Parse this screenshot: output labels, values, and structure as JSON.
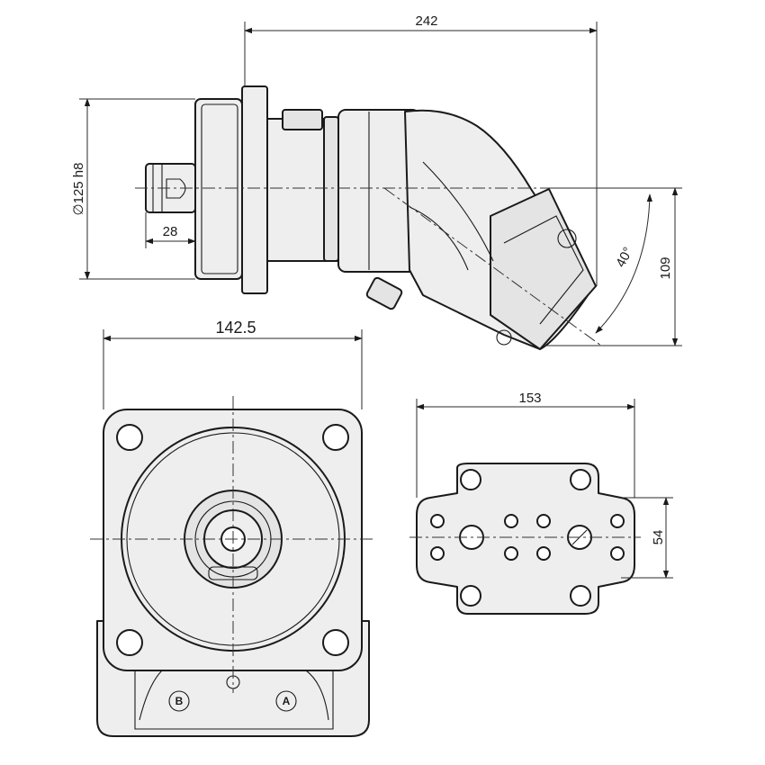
{
  "dimensions": {
    "overall_length": "242",
    "flange_diameter": "∅125 h8",
    "shaft_length": "28",
    "angle": "40°",
    "height": "109",
    "flange_width": "142.5",
    "port_plate_width": "153",
    "port_spacing": "54"
  },
  "ports": {
    "port_b": "B",
    "port_a": "A"
  }
}
